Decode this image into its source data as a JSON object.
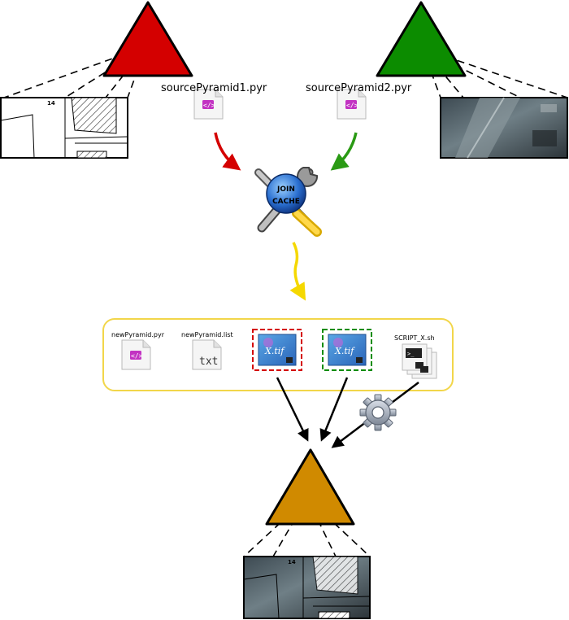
{
  "source1": {
    "filename": "sourcePyramid1.pyr",
    "map_label": "14"
  },
  "source2": {
    "filename": "sourcePyramid2.pyr"
  },
  "tool": {
    "badge_line1": "JOIN",
    "badge_line2": "CACHE"
  },
  "outputs": {
    "pyr_file": "newPyramid.pyr",
    "list_file": "newPyramid.list",
    "list_icon_text": "txt",
    "tif_icon_text": "X.tif",
    "script_file": "SCRIPT_X.sh"
  },
  "result": {
    "map_label": "14"
  },
  "colors": {
    "source1": "#d40000",
    "source2": "#0c8c00",
    "result": "#d08a00",
    "flow": "#f5d800",
    "box_border": "#f2d64a"
  }
}
